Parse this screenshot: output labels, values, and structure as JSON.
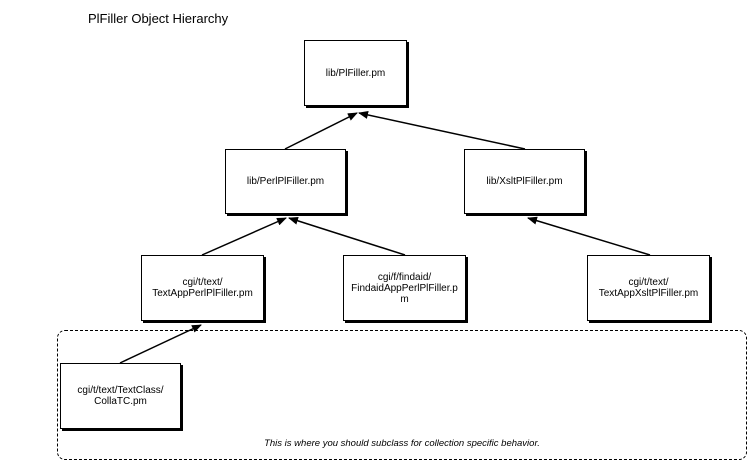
{
  "title": "PlFiller Object Hierarchy",
  "nodes": [
    {
      "id": "plfiller",
      "label": "lib/PlFiller.pm"
    },
    {
      "id": "perlplfiller",
      "label": "lib/PerlPlFiller.pm"
    },
    {
      "id": "xsltplfiller",
      "label": "lib/XsltPlFiller.pm"
    },
    {
      "id": "textappperlplfiller",
      "label": "cgi/t/text/\nTextAppPerlPlFiller.pm"
    },
    {
      "id": "findaidappperlplfiller",
      "label": "cgi/f/findaid/\nFindaidAppPerlPlFiller.p\nm"
    },
    {
      "id": "textappxsltplfiller",
      "label": "cgi/t/text/\nTextAppXsltPlFiller.pm"
    },
    {
      "id": "collatc",
      "label": "cgi/t/text/TextClass/\nCollaTC.pm"
    }
  ],
  "edges": [
    {
      "from": "perlplfiller",
      "to": "plfiller"
    },
    {
      "from": "xsltplfiller",
      "to": "plfiller"
    },
    {
      "from": "textappperlplfiller",
      "to": "perlplfiller"
    },
    {
      "from": "findaidappperlplfiller",
      "to": "perlplfiller"
    },
    {
      "from": "textappxsltplfiller",
      "to": "xsltplfiller"
    },
    {
      "from": "collatc",
      "to": "textappperlplfiller"
    }
  ],
  "subclass_region": {
    "caption": "This is where you should subclass for collection specific behavior."
  }
}
